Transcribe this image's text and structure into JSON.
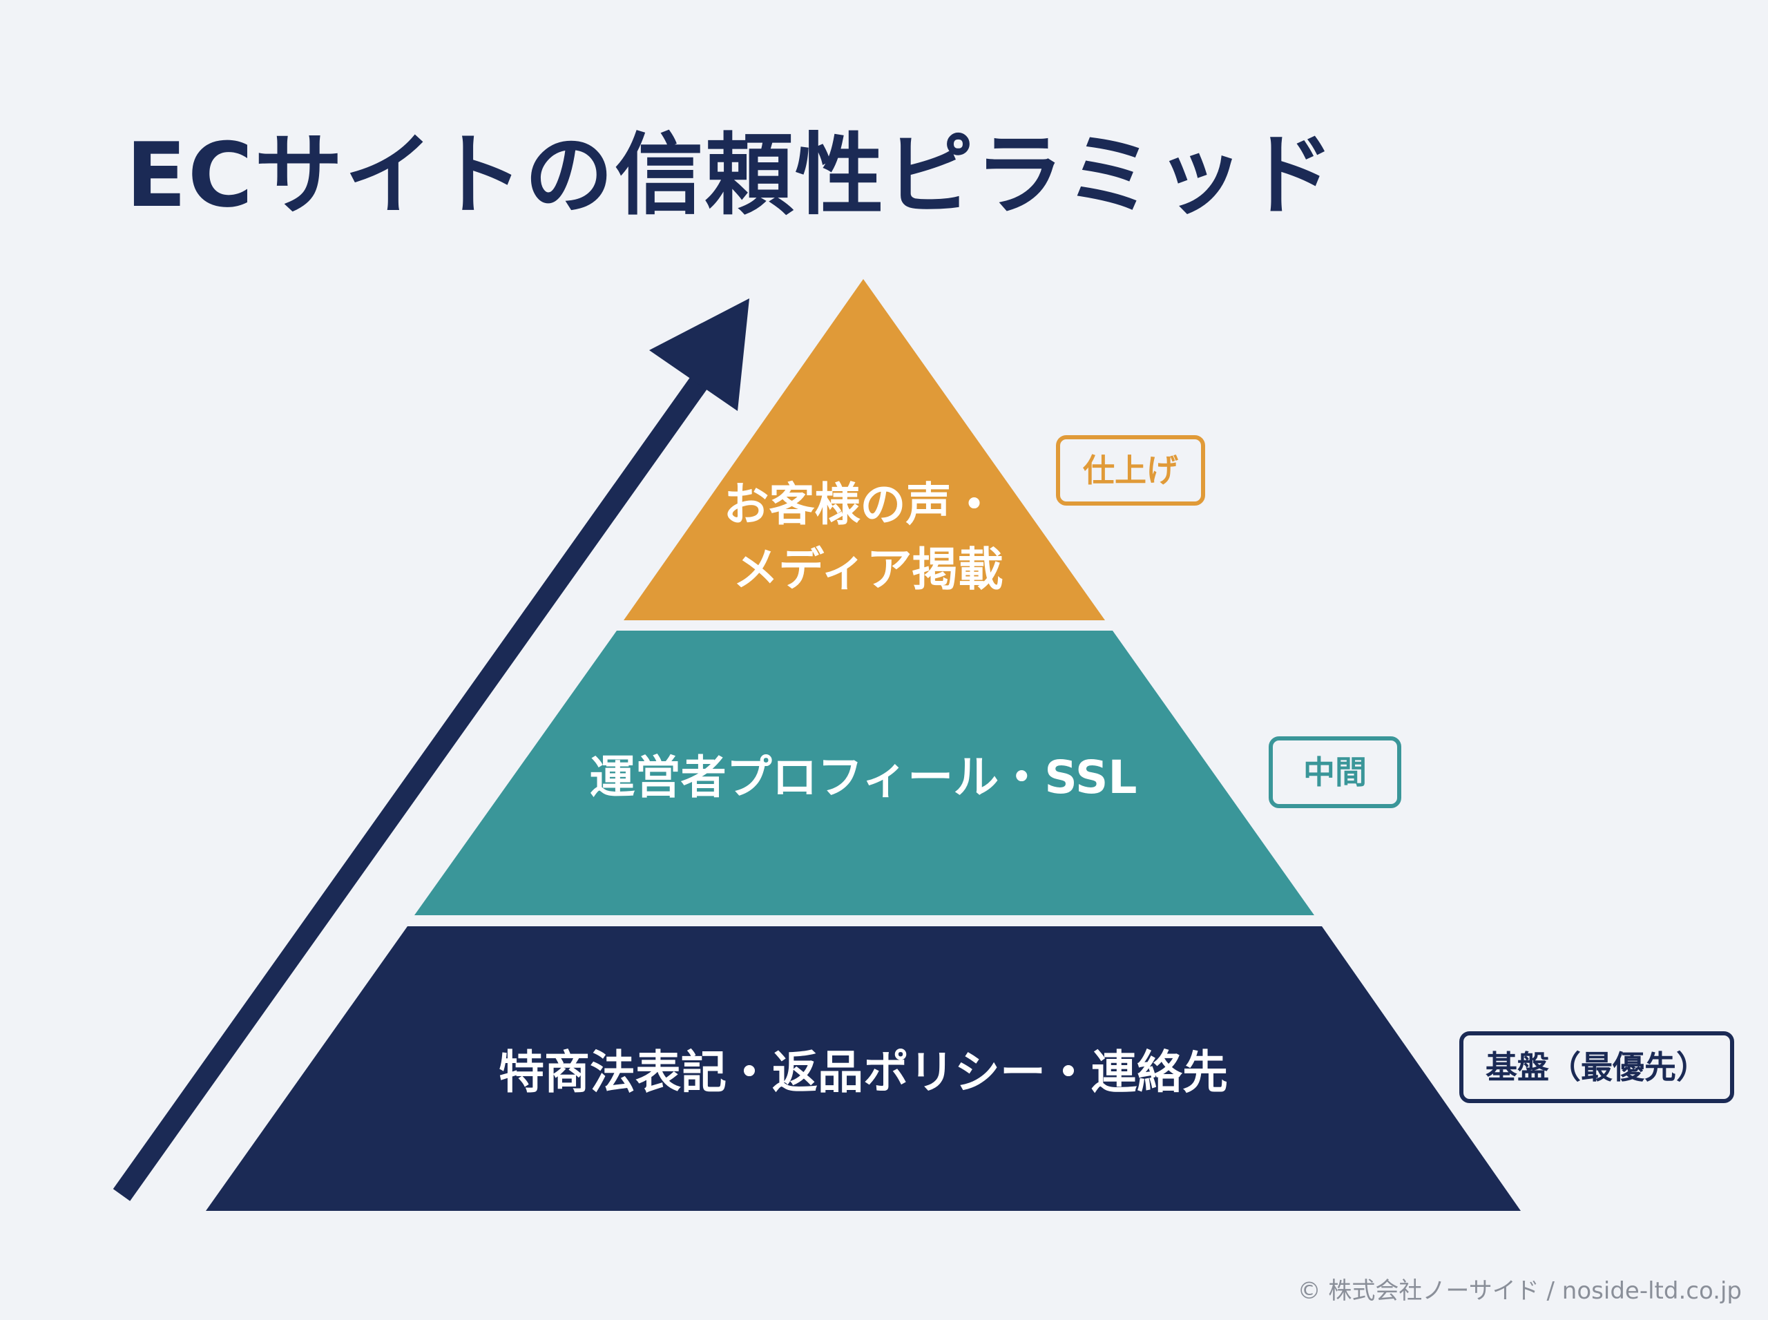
{
  "title": "ECサイトの信頼性ピラミッド",
  "tiers": [
    {
      "id": "top",
      "lines": [
        "お客様の声・",
        "メディア掲載"
      ],
      "badge": "仕上げ",
      "color": "#e09a38"
    },
    {
      "id": "middle",
      "lines": [
        "運営者プロフィール・SSL"
      ],
      "badge": "中間",
      "color": "#3a9699"
    },
    {
      "id": "bottom",
      "lines": [
        "特商法表記・返品ポリシー・連絡先"
      ],
      "badge": "基盤（最優先）",
      "color": "#1b2a55"
    }
  ],
  "arrow": {
    "icon": "up-right-arrow-icon",
    "color": "#1b2a55"
  },
  "colors": {
    "background": "#f1f3f7",
    "title": "#1b2a55",
    "tier_text": "#ffffff",
    "footer": "#8a8f99"
  },
  "footer": "© 株式会社ノーサイド / noside-ltd.co.jp"
}
